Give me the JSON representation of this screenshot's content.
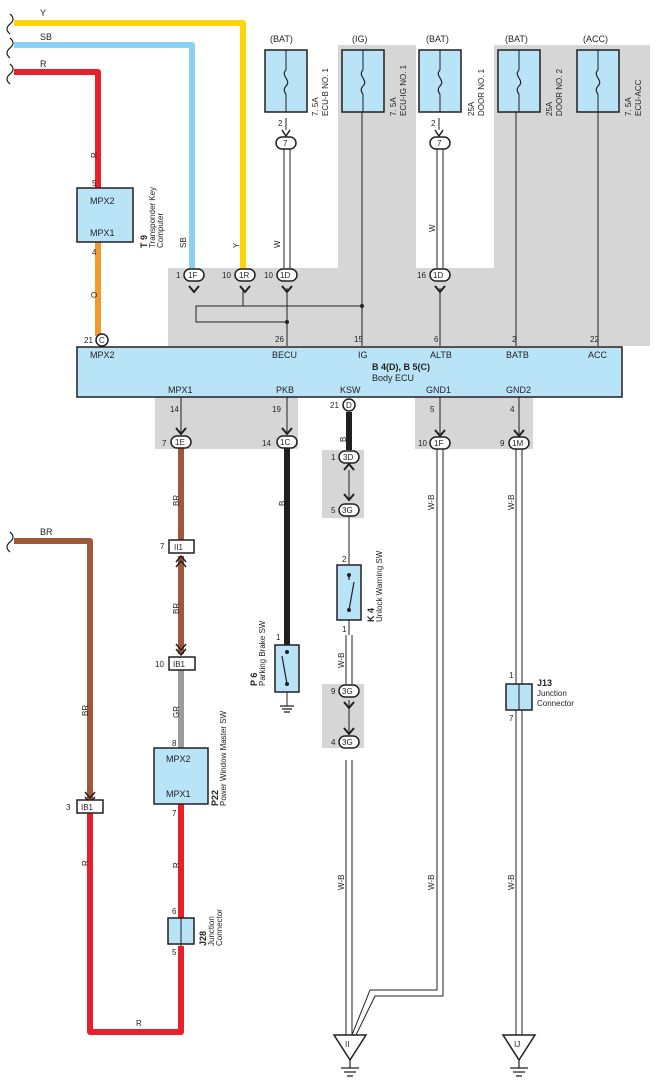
{
  "colors": {
    "yellow": "#ffd60a",
    "light_blue": "#8cd2f0",
    "red": "#e8202a",
    "orange": "#f39a2c",
    "brown": "#a0583a",
    "gray": "#9b9b9b",
    "black": "#231f20",
    "box_fill": "#b9e3f6",
    "shade": "#d6d6d6"
  },
  "inputs": {
    "y": "Y",
    "sb": "SB",
    "r": "R"
  },
  "fuses": {
    "ecub_src": "(BAT)",
    "ecub_name1": "7. 5A",
    "ecub_name2": "ECU-B NO. 1",
    "ecuig_src": "(IG)",
    "ecuig_name1": "7. 5A",
    "ecuig_name2": "ECU-IG NO. 1",
    "door1_src": "(BAT)",
    "door1_name1": "25A",
    "door1_name2": "DOOR NO. 1",
    "door2_src": "(BAT)",
    "door2_name1": "25A",
    "door2_name2": "DOOR NO. 2",
    "ecuacc_src": "(ACC)",
    "ecuacc_name1": "7. 5A",
    "ecuacc_name2": "ECU-ACC"
  },
  "t9": {
    "id": "T 9",
    "name1": "Transponder Key",
    "name2": "Computer",
    "pin_top": "MPX2",
    "pin_bot": "MPX1",
    "pin5": "5",
    "pin4": "4"
  },
  "ecu": {
    "id": "B 4(D), B 5(C)",
    "name": "Body ECU",
    "top_pins": [
      "MPX2",
      "BECU",
      "IG",
      "ALTB",
      "BATB",
      "ACC"
    ],
    "top_nums": [
      "26",
      "15",
      "6",
      "2",
      "22"
    ],
    "bot_pins": [
      "MPX1",
      "PKB",
      "KSW",
      "GND1",
      "GND2"
    ],
    "bot_nums": [
      "14",
      "19",
      "21",
      "5",
      "4"
    ]
  },
  "connectors": {
    "c1f": "1F",
    "c1r": "1R",
    "c1d": "1D",
    "c7": "7",
    "c1e": "1E",
    "c1c": "1C",
    "c3d": "3D",
    "c3g": "3G",
    "c1m": "1M",
    "ci1": "II1",
    "cib1": "IB1",
    "cc": "C",
    "cd": "D",
    "n1": "1",
    "n10": "10",
    "n16": "16",
    "n2": "2",
    "n21": "21",
    "n7": "7",
    "n14": "14",
    "n9": "9",
    "n5": "5",
    "n3": "3",
    "n8": "8",
    "n6": "6",
    "n4": "4"
  },
  "wires": {
    "sb": "SB",
    "y": "Y",
    "w": "W",
    "o": "O",
    "r": "R",
    "br": "BR",
    "b": "B",
    "gr": "GR",
    "wb": "W-B"
  },
  "switches": {
    "k4_id": "K 4",
    "k4_name": "Unlock Warning SW",
    "p6_id": "P 6",
    "p6_name": "Parking Brake SW",
    "p22_id": "P22",
    "p22_name": "Power Window Master SW",
    "p22_top": "MPX2",
    "p22_bot": "MPX1"
  },
  "junctions": {
    "j13_id": "J13",
    "j13_name1": "Junction",
    "j13_name2": "Connector",
    "j28_id": "J28",
    "j28_name1": "Junction",
    "j28_name2": "Connector"
  },
  "grounds": {
    "ii": "II",
    "ij": "IJ"
  }
}
